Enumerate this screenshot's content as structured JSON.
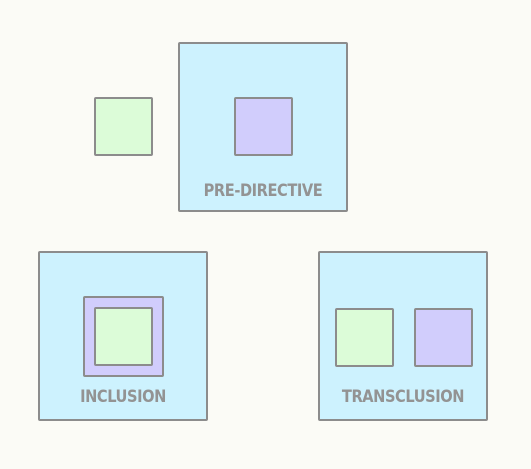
{
  "diagram": {
    "panels": [
      {
        "id": "pre-directive",
        "label": "PRE-DIRECTIVE"
      },
      {
        "id": "inclusion",
        "label": "INCLUSION"
      },
      {
        "id": "transclusion",
        "label": "TRANSCLUSION"
      }
    ],
    "colors": {
      "background": "#fbfbf6",
      "panel_fill": "#cdf2fe",
      "outline": "#8c8c8c",
      "green_block": "#dcfcd8",
      "purple_block": "#d1cdfc",
      "label_text": "#939393"
    }
  }
}
